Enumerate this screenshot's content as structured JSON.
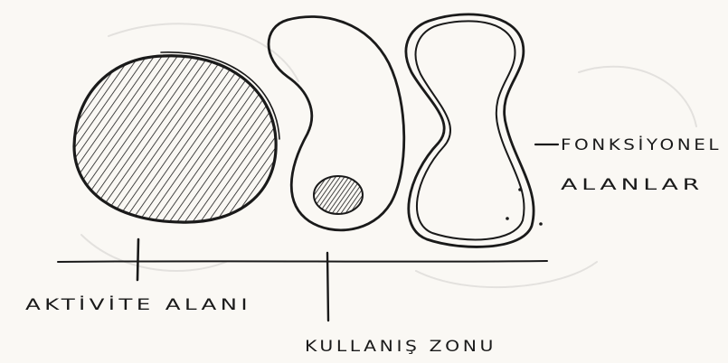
{
  "labels": {
    "activity_area": "AKTİVİTE ALANI",
    "usage_zone": "KULLANIŞ ZONU",
    "functional_line1": "FONKSİYONEL",
    "functional_line2": "ALANLAR"
  },
  "colors": {
    "ink": "#1a1a1a",
    "paper": "#faf8f4"
  }
}
